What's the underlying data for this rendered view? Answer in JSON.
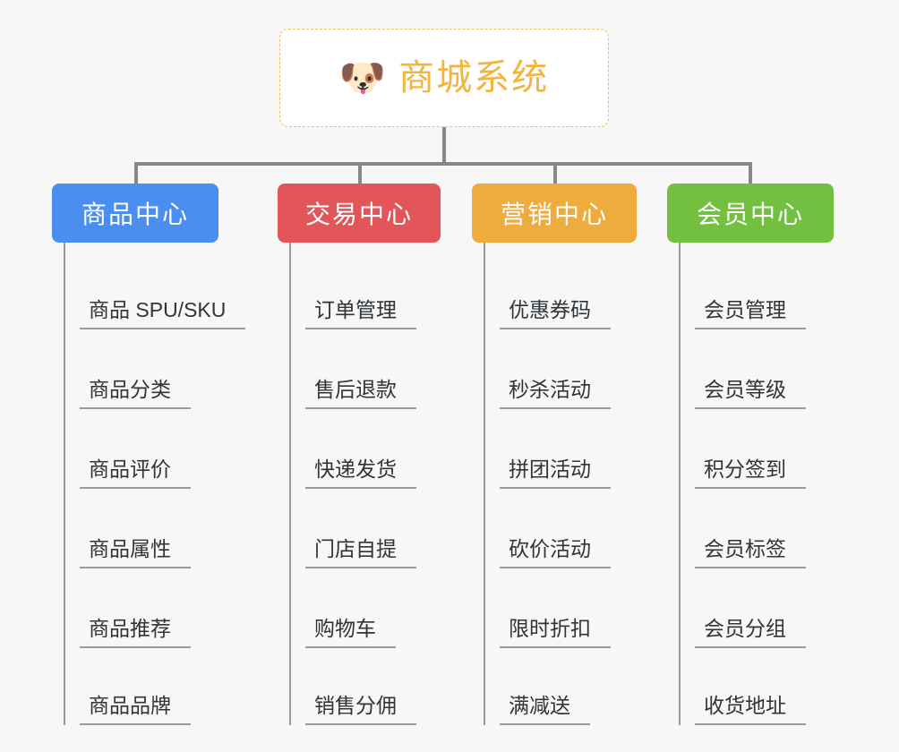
{
  "root": {
    "title": "商城系统",
    "icon": "shiba-dog-emoji",
    "emoji": "🐶",
    "color": "#f2b43e",
    "border_color": "#f0bc5e",
    "background": "#ffffff"
  },
  "canvas": {
    "background": "#f7f7f7",
    "connector_color": "#888888"
  },
  "chart_data": {
    "type": "tree",
    "title": "商城系统",
    "root_label": "商城系统",
    "branches": [
      {
        "label": "商品中心",
        "color": "#4a8ef0",
        "children": [
          "商品 SPU/SKU",
          "商品分类",
          "商品评价",
          "商品属性",
          "商品推荐",
          "商品品牌"
        ]
      },
      {
        "label": "交易中心",
        "color": "#e2565a",
        "children": [
          "订单管理",
          "售后退款",
          "快递发货",
          "门店自提",
          "购物车",
          "销售分佣"
        ]
      },
      {
        "label": "营销中心",
        "color": "#eeab3e",
        "children": [
          "优惠券码",
          "秒杀活动",
          "拼团活动",
          "砍价活动",
          "限时折扣",
          "满减送"
        ]
      },
      {
        "label": "会员中心",
        "color": "#73bf40",
        "children": [
          "会员管理",
          "会员等级",
          "积分签到",
          "会员标签",
          "会员分组",
          "收货地址"
        ]
      }
    ]
  }
}
